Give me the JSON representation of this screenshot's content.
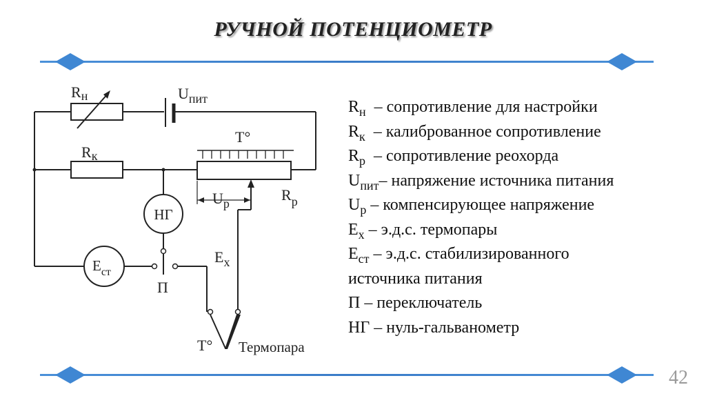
{
  "slide": {
    "title": "РУЧНОЙ ПОТЕНЦИОМЕТР",
    "page_number": "42"
  },
  "diagram": {
    "labels": {
      "r_n_main": "R",
      "r_n_sub": "н",
      "u_pit_main": "U",
      "u_pit_sub": "пит",
      "r_k_main": "R",
      "r_k_sub": "к",
      "t_top": "T°",
      "u_p_main": "U",
      "u_p_sub": "p",
      "r_p_main": "R",
      "r_p_sub": "p",
      "ng": "НГ",
      "e_st_main": "E",
      "e_st_sub": "ст",
      "e_x_main": "E",
      "e_x_sub": "x",
      "p": "П",
      "t_bottom": "T°",
      "thermocouple": "Термопара"
    }
  },
  "legend": [
    {
      "sym": "R",
      "sub": "н",
      "text": "  – сопротивление для настройки"
    },
    {
      "sym": "R",
      "sub": "к",
      "text": "  – калиброванное сопротивление"
    },
    {
      "sym": "R",
      "sub": "р",
      "text": "  – сопротивление реохорда"
    },
    {
      "sym": "U",
      "sub": "пит",
      "text": "– напряжение источника питания"
    },
    {
      "sym": "U",
      "sub": "р",
      "text": " – компенсирующее напряжение"
    },
    {
      "sym": "E",
      "sub": "х",
      "text": " – э.д.с. термопары"
    },
    {
      "sym": "E",
      "sub": "ст",
      "text": " – э.д.с. стабилизированного"
    },
    {
      "sym": "",
      "sub": "",
      "text": "источника питания"
    },
    {
      "sym": "",
      "sub": "",
      "text": "П – переключатель"
    },
    {
      "sym": "",
      "sub": "",
      "text": "НГ – нуль-гальванометр"
    }
  ]
}
